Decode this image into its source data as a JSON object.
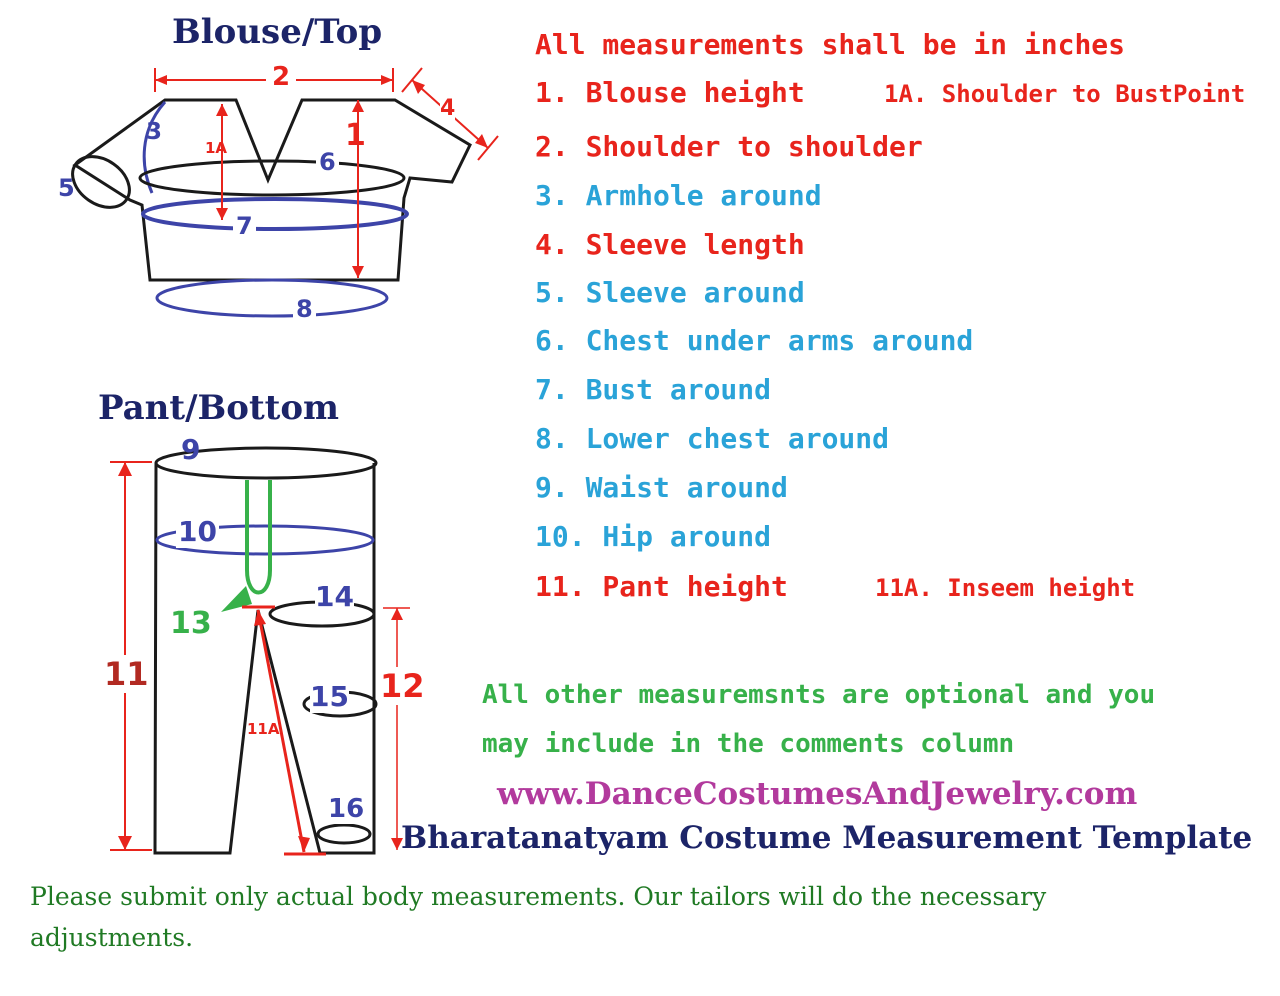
{
  "headings": {
    "blouse": "Blouse/Top",
    "pant": "Pant/Bottom"
  },
  "intro": "All measurements shall be in inches",
  "measurements": [
    {
      "label": "1. Blouse height",
      "color": "#e8241c"
    },
    {
      "label": "2. Shoulder to shoulder",
      "color": "#e8241c"
    },
    {
      "label": "3. Armhole around",
      "color": "#2aa3d8"
    },
    {
      "label": "4. Sleeve length",
      "color": "#e8241c"
    },
    {
      "label": "5. Sleeve around",
      "color": "#2aa3d8"
    },
    {
      "label": "6. Chest under arms around",
      "color": "#2aa3d8"
    },
    {
      "label": "7. Bust around",
      "color": "#2aa3d8"
    },
    {
      "label": "8. Lower chest around",
      "color": "#2aa3d8"
    },
    {
      "label": "9. Waist around",
      "color": "#2aa3d8"
    },
    {
      "label": "10. Hip around",
      "color": "#2aa3d8"
    },
    {
      "label": "11. Pant height",
      "color": "#e8241c"
    }
  ],
  "extra": {
    "shoulder_bust": "1A. Shoulder to BustPoint",
    "inseem": "11A. Inseem height"
  },
  "optional_note": [
    "All other measuremsnts are optional and you",
    "may include in the comments column"
  ],
  "website": "www.DanceCostumesAndJewelry.com",
  "template_title": "Bharatanatyam Costume Measurement Template",
  "footer_note": [
    "Please submit only actual body measurements. Our tailors will do the necessary",
    "adjustments."
  ],
  "diagram_labels": {
    "blouse": [
      "1",
      "1A",
      "2",
      "3",
      "4",
      "5",
      "6",
      "7",
      "8"
    ],
    "pant": [
      "9",
      "10",
      "11",
      "11A",
      "12",
      "13",
      "14",
      "15",
      "16"
    ]
  },
  "colors": {
    "red": "#e8241c",
    "blue": "#2aa3d8",
    "dark_blue": "#1c2468",
    "navy_label": "#3d44a8",
    "green": "#37b14a",
    "purple": "#b23a9d",
    "dark_green": "#207a24"
  }
}
